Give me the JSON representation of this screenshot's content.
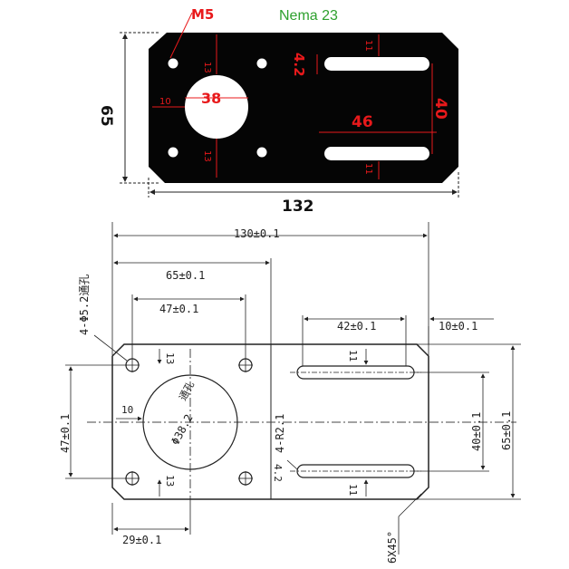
{
  "photo": {
    "hole_label": "M5",
    "motor_label": "Nema 23",
    "dim_13_top": "13",
    "dim_13_bottom": "13",
    "dim_10": "10",
    "dim_38": "38",
    "dim_4_2": "4.2",
    "dim_11_top": "11",
    "dim_11_bottom": "11",
    "dim_46": "46",
    "dim_40": "40",
    "height_65": "65",
    "width_132": "132",
    "colors": {
      "plate": "#000000",
      "dimension": "#e8191b",
      "motor_label": "#2ea02e"
    }
  },
  "drawing": {
    "overall_width": "130±0.1",
    "mount_width": "65±0.1",
    "hole_spacing": "47±0.1",
    "slot_length": "42±0.1",
    "slot_end_offset": "10±0.1",
    "hole_callout": "4-Φ5.2通孔",
    "left_height": "47±0.1",
    "slot_spacing": "40±0.1",
    "overall_height": "65±0.1",
    "bore": "Φ38.2",
    "bore_note": "通孔",
    "dim_10": "10",
    "dim_13_top": "13",
    "dim_13_bottom": "13",
    "radius_callout": "4-R2.1",
    "dim_4_2": "4.2",
    "dim_11_top": "11",
    "dim_11_bottom": "11",
    "bottom_offset": "29±0.1",
    "chamfer": "6X45°"
  }
}
